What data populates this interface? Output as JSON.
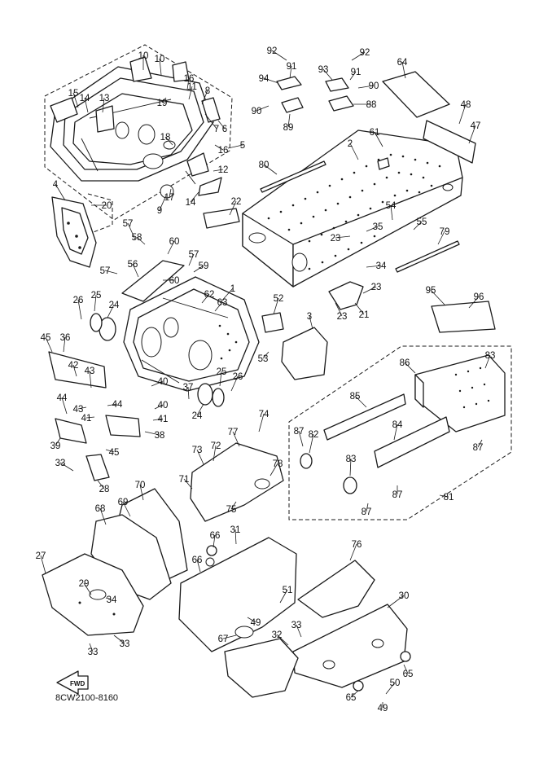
{
  "part_code": "8CW2100-8160",
  "fwd_label": "FWD",
  "callouts": [
    "1",
    "2",
    "3",
    "4",
    "5",
    "6",
    "7",
    "8",
    "9",
    "10",
    "10",
    "11",
    "12",
    "13",
    "14",
    "14",
    "15",
    "16",
    "16",
    "17",
    "18",
    "19",
    "20",
    "21",
    "22",
    "23",
    "23",
    "23",
    "24",
    "24",
    "25",
    "25",
    "26",
    "26",
    "27",
    "28",
    "29",
    "30",
    "31",
    "32",
    "33",
    "33",
    "33",
    "33",
    "34",
    "34",
    "35",
    "36",
    "37",
    "38",
    "39",
    "40",
    "40",
    "41",
    "41",
    "42",
    "43",
    "43",
    "44",
    "44",
    "45",
    "45",
    "47",
    "48",
    "49",
    "49",
    "50",
    "51",
    "52",
    "53",
    "54",
    "55",
    "56",
    "57",
    "57",
    "57",
    "58",
    "59",
    "60",
    "60",
    "61",
    "62",
    "63",
    "64",
    "65",
    "65",
    "66",
    "66",
    "67",
    "68",
    "69",
    "70",
    "71",
    "72",
    "73",
    "74",
    "75",
    "76",
    "77",
    "78",
    "79",
    "80",
    "81",
    "82",
    "83",
    "83",
    "84",
    "85",
    "86",
    "87",
    "87",
    "87",
    "87",
    "88",
    "89",
    "90",
    "90",
    "91",
    "91",
    "92",
    "92",
    "93",
    "94",
    "95",
    "96"
  ]
}
